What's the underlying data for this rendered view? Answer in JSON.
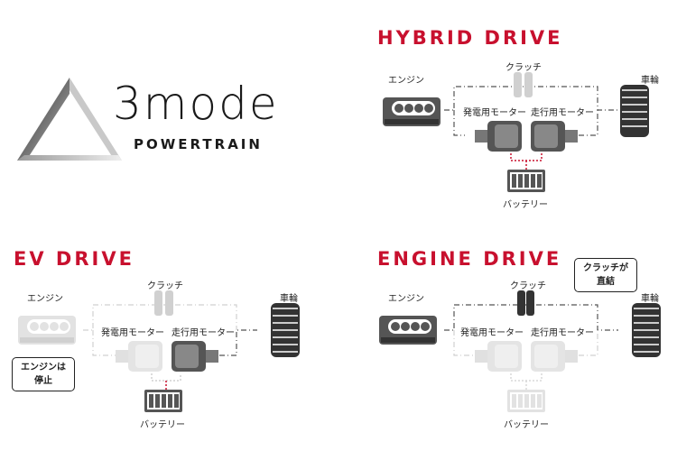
{
  "logo": {
    "main": "3mode",
    "sub": "POWERTRAIN"
  },
  "labels": {
    "engine": "エンジン",
    "clutch": "クラッチ",
    "wheel": "車輪",
    "generator_motor": "発電用モーター",
    "drive_motor": "走行用モーター",
    "battery": "バッテリー"
  },
  "panels": {
    "hybrid": {
      "title": "HYBRID DRIVE"
    },
    "ev": {
      "title": "EV DRIVE",
      "callout": [
        "エンジンは",
        "停止"
      ]
    },
    "engine": {
      "title": "ENGINE DRIVE",
      "callout": [
        "クラッチが",
        "直結"
      ]
    }
  },
  "colors": {
    "title_red": "#c8102e",
    "active": "#555555",
    "inactive": "#d0d0d0",
    "battery_link": "#c8102e"
  }
}
